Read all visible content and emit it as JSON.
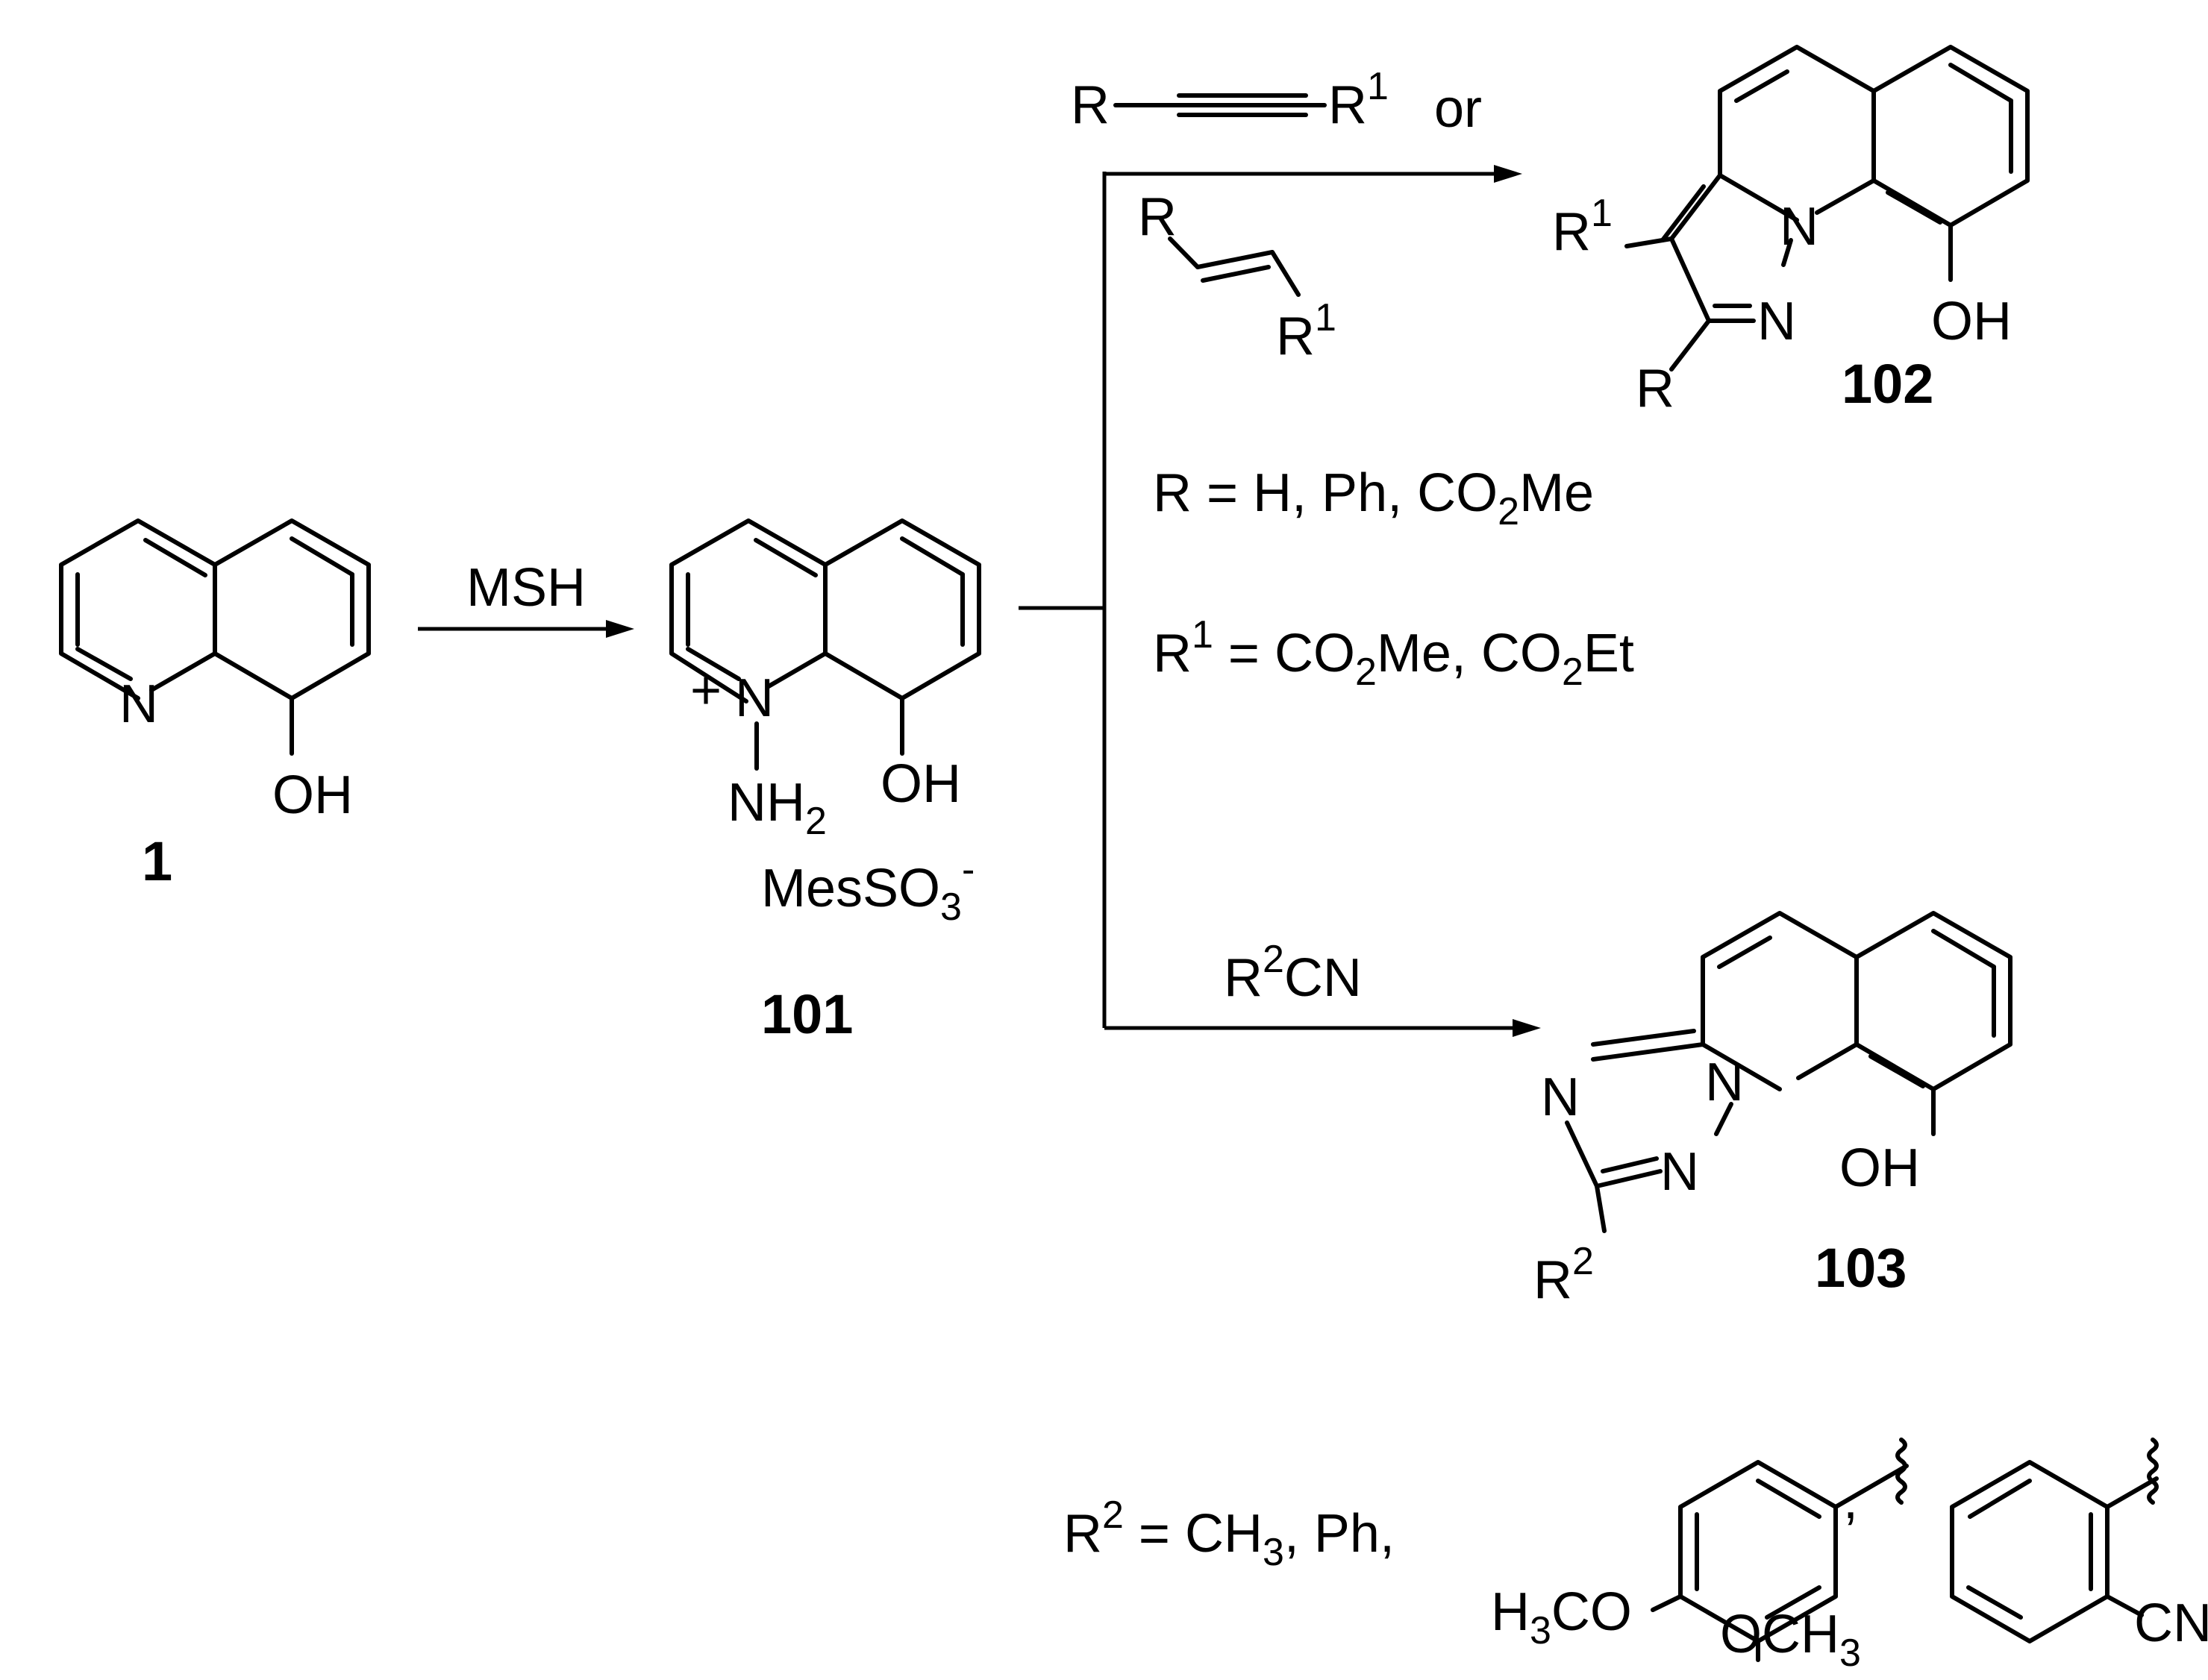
{
  "compounds": {
    "c1": {
      "number": "1",
      "oh": "OH",
      "n": "N"
    },
    "c101": {
      "number": "101",
      "plus": "+",
      "n": "N",
      "nh2": "NH",
      "nh2_sub": "2",
      "oh": "OH",
      "counterion": "MesSO",
      "counterion_sub": "3",
      "counterion_sup": "-"
    },
    "c102": {
      "number": "102",
      "r1": "R",
      "r1_sup": "1",
      "r": "R",
      "n1": "N",
      "n2": "N",
      "oh": "OH"
    },
    "c103": {
      "number": "103",
      "n1": "N",
      "n2": "N",
      "n3": "N",
      "oh": "OH",
      "r2": "R",
      "r2_sup": "2"
    }
  },
  "reagents": {
    "step1": "MSH",
    "alkyne_r": "R",
    "alkyne_r1": "R",
    "alkyne_r1_sup": "1",
    "or": "or",
    "alkene_r": "R",
    "alkene_r1": "R",
    "alkene_r1_sup": "1",
    "nitrile_r": "R",
    "nitrile_sup": "2",
    "nitrile_cn": "CN"
  },
  "definitions": {
    "r": {
      "lhs": "R = H, Ph, CO",
      "sub": "2",
      "rest": "Me"
    },
    "r1": {
      "r": "R",
      "sup": "1",
      "mid": " = CO",
      "sub1": "2",
      "mid2": "Me, CO",
      "sub2": "2",
      "end": "Et"
    },
    "r2": {
      "r": "R",
      "sup": "2",
      "rest": " = CH",
      "sub": "3",
      "end": ", Ph,",
      "comma": ",",
      "h3co": "H",
      "h3co_sub": "3",
      "h3co_end": "CO",
      "och3": "OCH",
      "och3_sub": "3",
      "cn": "CN"
    }
  }
}
